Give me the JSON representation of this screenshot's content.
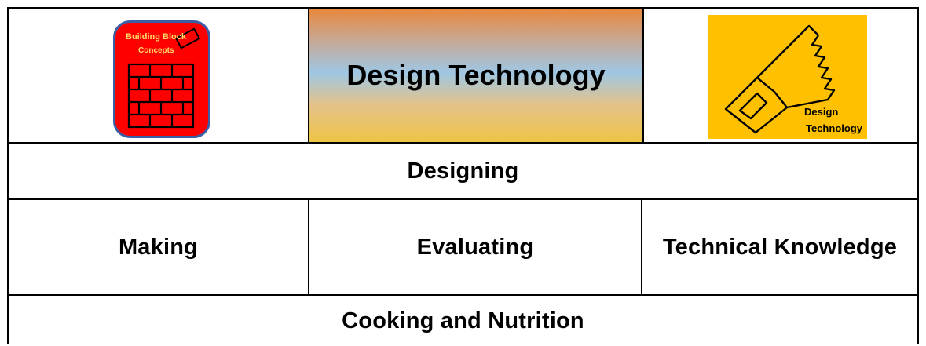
{
  "header": {
    "left_logo": {
      "icon": "brick-wall-icon",
      "text_line1": "Building Block",
      "text_line2": "Concepts",
      "bg_color": "#ff0000"
    },
    "title": "Design Technology",
    "right_logo": {
      "icon": "saw-icon",
      "text_line1": "Design",
      "text_line2": "Technology",
      "bg_color": "#ffc000"
    }
  },
  "rows": {
    "designing": "Designing",
    "making": "Making",
    "evaluating": "Evaluating",
    "technical_knowledge": "Technical Knowledge",
    "cooking": "Cooking and Nutrition"
  }
}
